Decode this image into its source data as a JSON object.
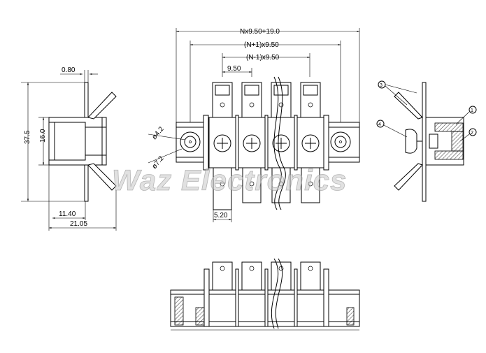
{
  "dimensions": {
    "total_width": "Nx9.50+19.0",
    "n_plus_one": "(N+1)x9.50",
    "n_minus_one": "(N-1)x9.50",
    "pitch": "9.50",
    "hole_dia": "ø4.2",
    "head_dia": "ø7.2",
    "tab_width": "5.20",
    "side_top": "0.80",
    "side_height": "37.5",
    "side_inner": "16.0",
    "side_depth": "11.40",
    "side_total": "21.05"
  },
  "callouts": [
    "1",
    "2",
    "3",
    "4"
  ],
  "watermark": "Waz Electronics"
}
